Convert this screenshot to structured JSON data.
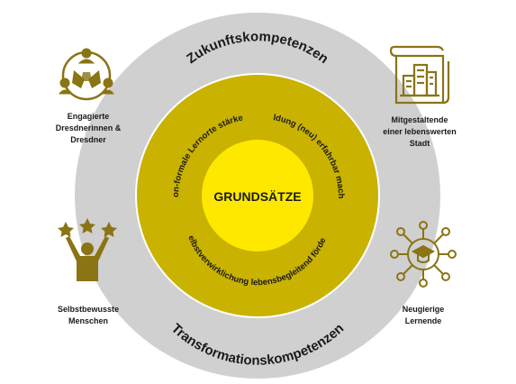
{
  "outer_ring": {
    "top_label": "Zukunftskompetenzen",
    "bottom_label": "Transformationskompetenzen"
  },
  "inner_ring": {
    "left_label": "Non-formale Lernorte stärken",
    "right_label": "Bildung (neu) erfahrbar machen",
    "bottom_label": "Selbstverwirklichung lebensbegleitend fördern"
  },
  "center": {
    "label": "GRUNDSÄTZE"
  },
  "corners": {
    "top_left": {
      "label_lines": [
        "Engagierte",
        "Dresdnerinnen &",
        "Dresdner"
      ],
      "icon": "community-hands-icon"
    },
    "top_right": {
      "label_lines": [
        "Mitgestaltende",
        "einer lebenswerten",
        "Stadt"
      ],
      "icon": "city-plan-icon"
    },
    "bottom_left": {
      "label_lines": [
        "Selbstbewusste",
        "Menschen"
      ],
      "icon": "person-stars-icon"
    },
    "bottom_right": {
      "label_lines": [
        "Neugierige",
        "Lernende"
      ],
      "icon": "graduation-network-icon"
    }
  },
  "colors": {
    "outer_ring": "#d0d0d0",
    "inner_ring": "#c9b200",
    "inner_ring_stroke": "#ffffff",
    "center": "#ffe800",
    "icon": "#8a7414",
    "text": "#1a1a1a"
  }
}
